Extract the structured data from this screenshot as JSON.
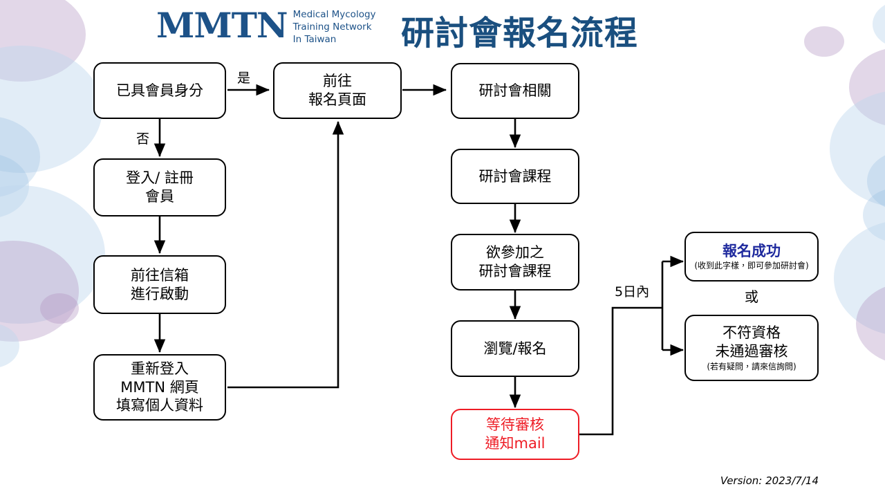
{
  "header": {
    "logo_mark": "MMTN",
    "logo_sub_line1": "Medical Mycology",
    "logo_sub_line2": "Training Network",
    "logo_sub_line3": "In Taiwan",
    "title": "研討會報名流程",
    "brand_color": "#1d5288",
    "title_color": "#1a4f7f"
  },
  "nodes": {
    "member_check": "已具會員身分",
    "go_signup_page": "前往\n報名頁面",
    "login_register": "登入/ 註冊\n會員",
    "mail_activate": "前往信箱\n進行啟動",
    "relogin_profile": "重新登入\nMMTN 網頁\n填寫個人資料",
    "seminar_related": "研討會相關",
    "seminar_courses": "研討會課程",
    "desired_course": "欲參加之\n研討會課程",
    "browse_signup": "瀏覽/報名",
    "waiting_review": "等待審核\n通知mail",
    "success_title": "報名成功",
    "success_note": "(收到此字樣，即可參加研討會)",
    "reject_text": "不符資格\n未通過審核",
    "reject_note": "(若有疑問，請來信詢問)"
  },
  "labels": {
    "yes": "是",
    "no": "否",
    "within_5_days": "5日內",
    "or": "或"
  },
  "footer": {
    "version": "Version: 2023/7/14"
  },
  "colors": {
    "red_box": "#ee1c25",
    "success_blue": "#1f2a9e",
    "line": "#000000"
  }
}
